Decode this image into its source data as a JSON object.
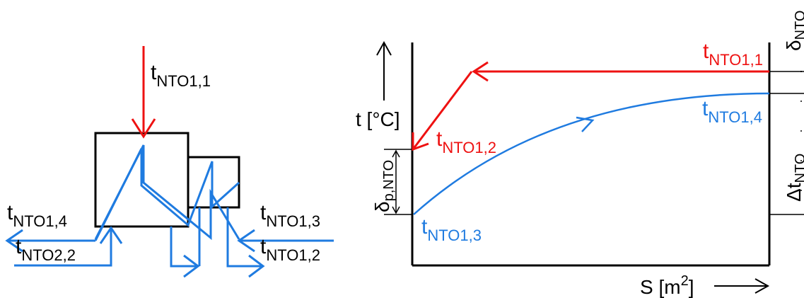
{
  "colors": {
    "hot": "#ee1111",
    "cold": "#1f7be0",
    "line": "#000000"
  },
  "exchanger": {
    "t_in_hot": {
      "base": "t",
      "sub": "NTO1,1"
    },
    "t_out_cold_main": {
      "base": "t",
      "sub": "NTO1,4"
    },
    "t_in_cold": {
      "base": "t",
      "sub": "NTO1,3"
    },
    "t_in_secondary": {
      "base": "t",
      "sub": "NTO2,2"
    },
    "t_out_hot": {
      "base": "t",
      "sub": "NTO1,2"
    }
  },
  "graph": {
    "y_axis": {
      "base": "t [°C]"
    },
    "x_axis": {
      "base": "S [m",
      "sup": "2",
      "tail": "]"
    },
    "hot_inlet": {
      "base": "t",
      "sub": "NTO1,1"
    },
    "hot_outlet": {
      "base": "t",
      "sub": "NTO1,2"
    },
    "cold_outlet": {
      "base": "t",
      "sub": "NTO1,4"
    },
    "cold_inlet": {
      "base": "t",
      "sub": "NTO1,3"
    },
    "delta_top": {
      "base": "δ",
      "sub": "NTO"
    },
    "delta_t": {
      "base": "Δt",
      "sub": "NTO"
    },
    "delta_left": {
      "base": "δ",
      "sub": "p,NTO"
    }
  }
}
